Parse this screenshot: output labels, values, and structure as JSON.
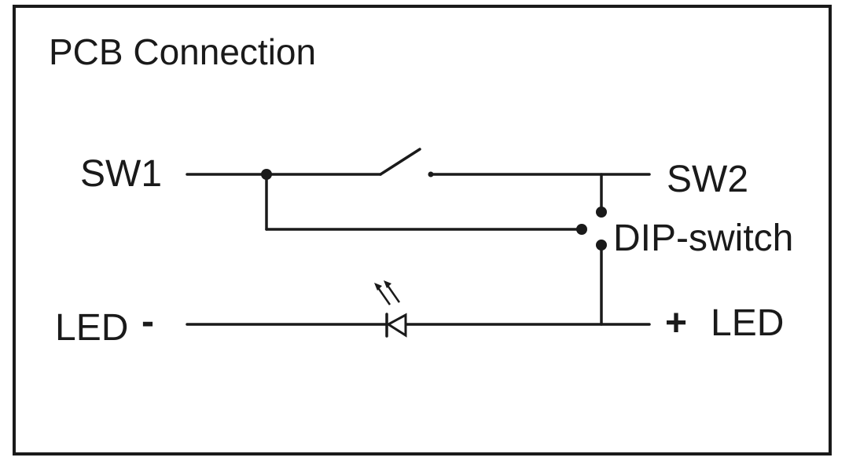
{
  "title": "PCB Connection",
  "labels": {
    "sw1": "SW1",
    "sw2": "SW2",
    "dip_switch": "DIP-switch",
    "led_neg": "LED",
    "led_neg_sign": "-",
    "led_pos_sign": "+",
    "led_pos": "LED"
  },
  "icons": {
    "switch": "switch-icon",
    "led": "led-diode-icon"
  },
  "colors": {
    "line": "#1a1a1a",
    "background": "#ffffff"
  }
}
